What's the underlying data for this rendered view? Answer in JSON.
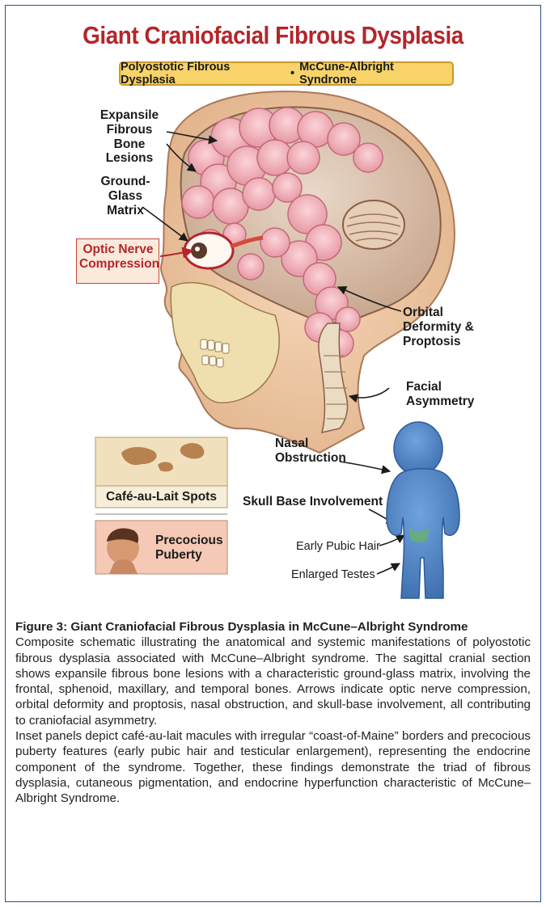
{
  "figure": {
    "title": "Giant Craniofacial Fibrous Dysplasia",
    "subtitle_left": "Polyostotic Fibrous Dysplasia",
    "subtitle_sep": "•",
    "subtitle_right": "McCune-Albright Syndrome",
    "labels": {
      "expansile_1": "Expansile Fibrous",
      "expansile_2": "Bone Lesions",
      "ground_1": "Ground-",
      "ground_2": "Glass Matrix",
      "optic_1": "Optic Nerve",
      "optic_2": "Compression",
      "orbital_1": "Orbital",
      "orbital_2": "Deformity &",
      "orbital_3": "Proptosis",
      "facial_1": "Facial",
      "facial_2": "Asymmetry",
      "nasal_1": "Nasal",
      "nasal_2": "Obstruction",
      "skull_base": "Skull Base Involvement",
      "pubic_hair": "Early Pubic Hair",
      "testes": "Enlarged Testes",
      "cafe": "Café-au-Lait Spots",
      "precocious_1": "Precocious",
      "precocious_2": "Puberty"
    },
    "colors": {
      "title_red": "#b3262b",
      "banner_yellow": "#f7d36a",
      "bone_pink": "#f2b8c0",
      "child_blue": "#4f86c6",
      "frame_blue": "#2a4d8f"
    }
  },
  "caption": {
    "heading": "Figure 3: Giant Craniofacial Fibrous Dysplasia in McCune–Albright Syndrome",
    "paragraph_1": "Composite schematic illustrating the anatomical and systemic manifestations of polyostotic fibrous dysplasia associated with McCune–Albright syndrome. The sagittal cranial section shows expansile fibrous bone lesions with a characteristic ground-glass matrix, involving the frontal, sphenoid, maxillary, and temporal bones. Arrows indicate optic nerve compression, orbital deformity and proptosis, nasal obstruction, and skull-base involvement, all contributing to craniofacial asymmetry.",
    "paragraph_2": "Inset panels depict café-au-lait macules with irregular “coast-of-Maine” borders and precocious puberty features (early pubic hair and testicular enlargement), representing the endocrine component of the syndrome. Together, these findings demonstrate the triad of fibrous dysplasia, cutaneous pigmentation, and endocrine hyperfunction characteristic of McCune–Albright Syndrome."
  }
}
